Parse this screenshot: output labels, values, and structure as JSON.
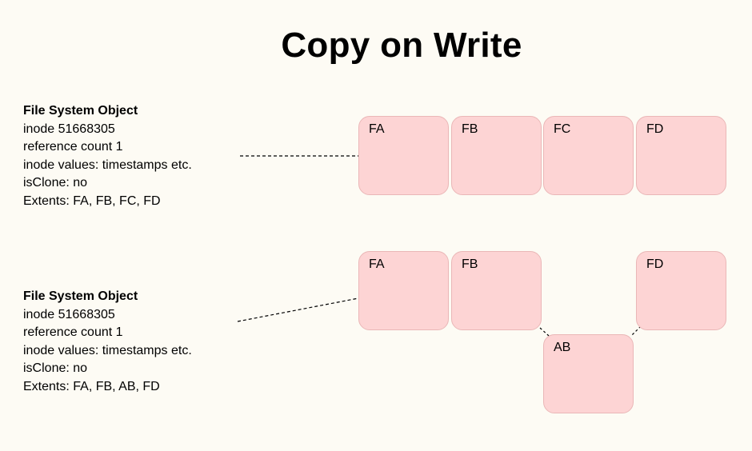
{
  "title": "Copy on Write",
  "objects": [
    {
      "heading": "File System Object",
      "lines": [
        "inode 51668305",
        "reference count 1",
        "inode values: timestamps etc.",
        "isClone: no",
        "Extents: FA, FB, FC, FD"
      ],
      "blocks": [
        "FA",
        "FB",
        "FC",
        "FD"
      ]
    },
    {
      "heading": "File System Object",
      "lines": [
        "inode 51668305",
        "reference count 1",
        "inode values: timestamps etc.",
        "isClone: no",
        "Extents: FA, FB, AB, FD"
      ],
      "blocks": [
        "FA",
        "FB",
        "AB",
        "FD"
      ]
    }
  ],
  "colors": {
    "background": "#fdfbf4",
    "block_fill": "#fdd4d4",
    "block_border": "#eab7b7",
    "connector": "#000000"
  }
}
